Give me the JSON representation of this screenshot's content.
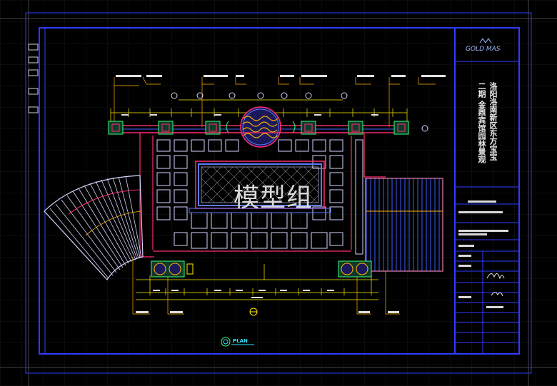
{
  "drawing": {
    "watermark": "模型组",
    "plan_label": "PLAN"
  },
  "title_block": {
    "brand": "GOLD MAS",
    "project_title": "洛阳洛南新区东方宝宝二期 金鼎宾馆园林景观"
  },
  "colors": {
    "background": "#000000",
    "frame": "#2f3cff",
    "grid": "#1c1c1c",
    "wall": "#ff2d6f",
    "tile": "#d4d4ff",
    "dimension": "#ffee00",
    "leader": "#ffb000",
    "accent_cyan": "#34e0ff",
    "accent_green": "#38ff7a",
    "text": "#e8e8e8"
  }
}
